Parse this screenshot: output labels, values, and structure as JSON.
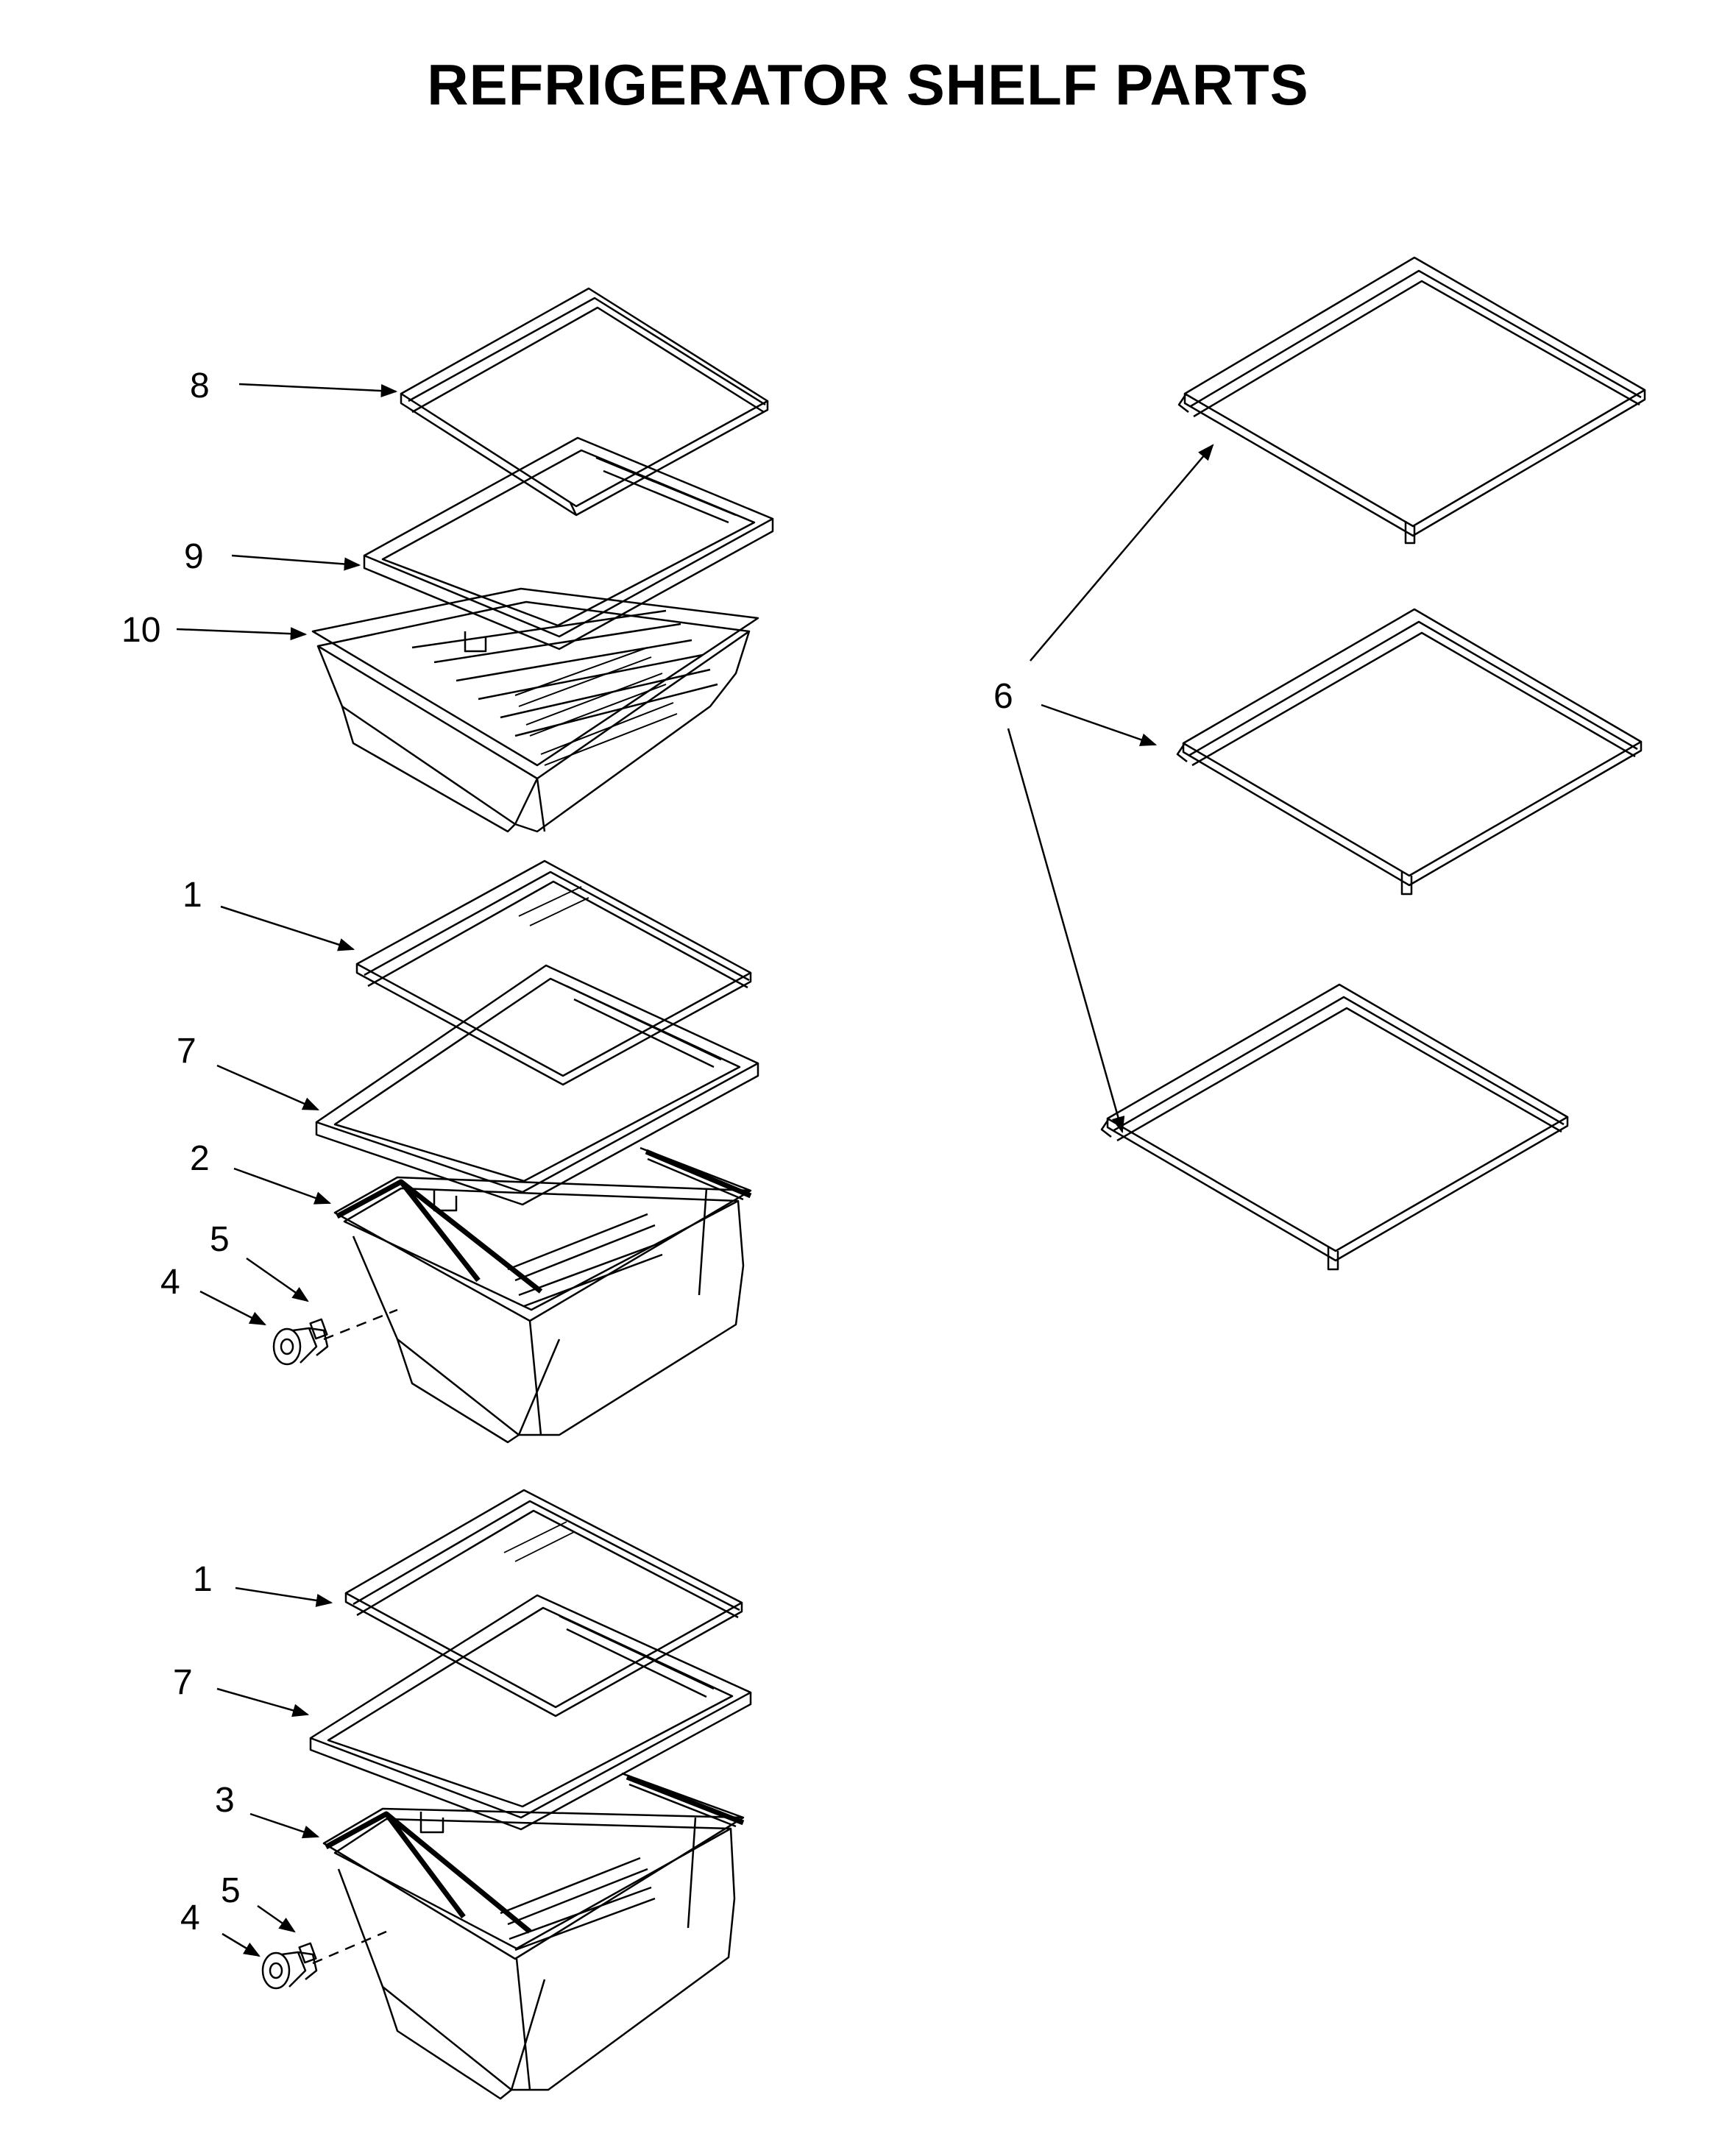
{
  "title": "REFRIGERATOR SHELF PARTS",
  "callouts": {
    "c8": "8",
    "c9": "9",
    "c10": "10",
    "c1a": "1",
    "c7a": "7",
    "c2": "2",
    "c5a": "5",
    "c4a": "4",
    "c1b": "1",
    "c7b": "7",
    "c3": "3",
    "c5b": "5",
    "c4b": "4",
    "c6": "6"
  },
  "colors": {
    "line": "#000000",
    "background": "#ffffff"
  }
}
